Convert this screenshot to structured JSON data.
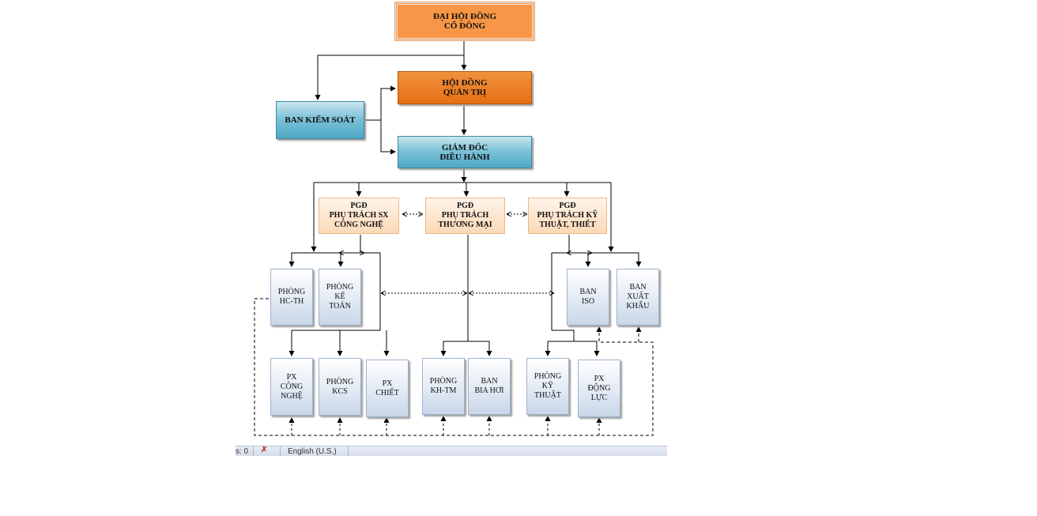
{
  "org_chart": {
    "shareholders": [
      "ĐẠI HỘI ĐỒNG",
      "CỔ ĐÔNG"
    ],
    "board": [
      "HỘI ĐỒNG",
      "QUẢN TRỊ"
    ],
    "supervisory": "BAN KIỂM  SOÁT",
    "director": [
      "GIÁM ĐỐC",
      "ĐIỀU HÀNH"
    ],
    "pgd_production": [
      "PGĐ",
      "PHỤ TRÁCH SX",
      "CÔNG NGHỆ"
    ],
    "pgd_commerce": [
      "PGĐ",
      "PHỤ TRÁCH",
      "THƯƠNG MẠI"
    ],
    "pgd_technical": [
      "PGĐ",
      "PHỤ TRÁCH KỸ",
      "THUẬT, THIẾT"
    ],
    "dept_admin": [
      "PHÒNG",
      "HC-TH"
    ],
    "dept_accounting": [
      "PHÒNG",
      "KẾ",
      "TOÁN"
    ],
    "ban_iso": [
      "BAN",
      "ISO"
    ],
    "ban_export": [
      "BAN",
      "XUẤT",
      "KHẨU"
    ],
    "px_technology": [
      "PX",
      "CÔNG",
      "NGHỆ"
    ],
    "dept_kcs": [
      "PHÒNG",
      "KCS"
    ],
    "px_bottling": [
      "PX",
      "CHIẾT"
    ],
    "dept_planning": [
      "PHÒNG",
      "KH-TM"
    ],
    "ban_draft_beer": [
      "BAN",
      "BIA HƠI"
    ],
    "dept_technical": [
      "PHÒNG",
      "KỸ",
      "THUẬT"
    ],
    "px_power": [
      "PX",
      "ĐỘNG",
      "LỰC"
    ]
  },
  "status_bar": {
    "words_fragment": "s: 0",
    "language": "English (U.S.)"
  },
  "colors": {
    "orange": "#f79646",
    "dark_orange": "#e56f12",
    "teal": "#4fa9c6",
    "peach": "#fcd9b6",
    "blue_grey": "#c8d6e8"
  }
}
